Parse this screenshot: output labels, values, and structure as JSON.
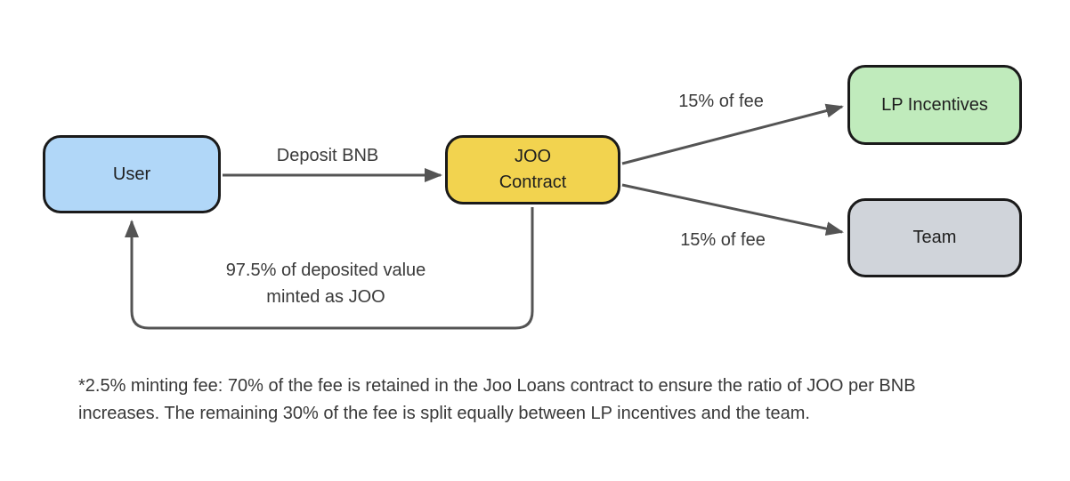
{
  "colors": {
    "background": "#FFFFFF",
    "node_border": "#1A1A1A",
    "arrow": "#545454",
    "user_fill": "#B1D7F8",
    "contract_fill": "#F2D34F",
    "lp_incentives_fill": "#C0EBBC",
    "team_fill": "#D0D4DA",
    "node_text": "#1F1F1F",
    "label_text": "#3A3A3A"
  },
  "diagram": {
    "nodes": {
      "user": {
        "label": "User"
      },
      "joo_contract": {
        "label": "JOO\nContract"
      },
      "lp_incentives": {
        "label": "LP Incentives"
      },
      "team": {
        "label": "Team"
      }
    },
    "edges": {
      "deposit": {
        "from": "user",
        "to": "joo_contract",
        "label": "Deposit BNB"
      },
      "fee_lp": {
        "from": "joo_contract",
        "to": "lp_incentives",
        "label": "15% of fee"
      },
      "fee_team": {
        "from": "joo_contract",
        "to": "team",
        "label": "15% of fee"
      },
      "mint_return": {
        "from": "joo_contract",
        "to": "user",
        "label": "97.5% of deposited value\nminted as JOO"
      }
    },
    "footnote": "*2.5% minting fee: 70% of the fee is retained in the Joo Loans contract to ensure the ratio of JOO per BNB increases. The remaining 30% of the fee is split equally between LP incentives and the team."
  }
}
